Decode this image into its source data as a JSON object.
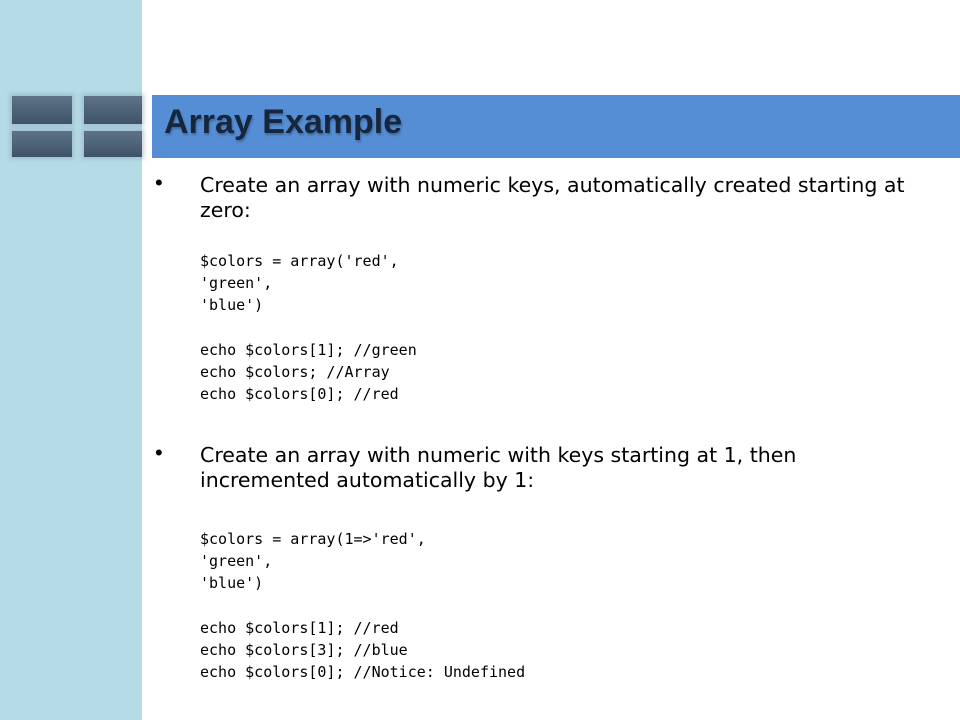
{
  "slide": {
    "title": "Array Example",
    "colors": {
      "side_band": "#b5dbe6",
      "title_bar": "#558ed5",
      "title_text": "#16263c"
    },
    "bullets": [
      {
        "marker": "•",
        "text": "Create an array with numeric keys, automatically created starting at zero:",
        "code": [
          "$colors = array('red',",
          "'green',",
          "'blue')",
          "echo $colors[1]; //green",
          "echo $colors; //Array",
          "echo $colors[0]; //red"
        ]
      },
      {
        "marker": "•",
        "text": "Create an array with numeric with keys starting at 1, then incremented automatically by 1:",
        "code": [
          "$colors = array(1=>'red',",
          "'green',",
          "'blue')",
          "echo $colors[1]; //red",
          "echo $colors[3]; //blue",
          "echo $colors[0]; //Notice: Undefined"
        ]
      }
    ]
  }
}
